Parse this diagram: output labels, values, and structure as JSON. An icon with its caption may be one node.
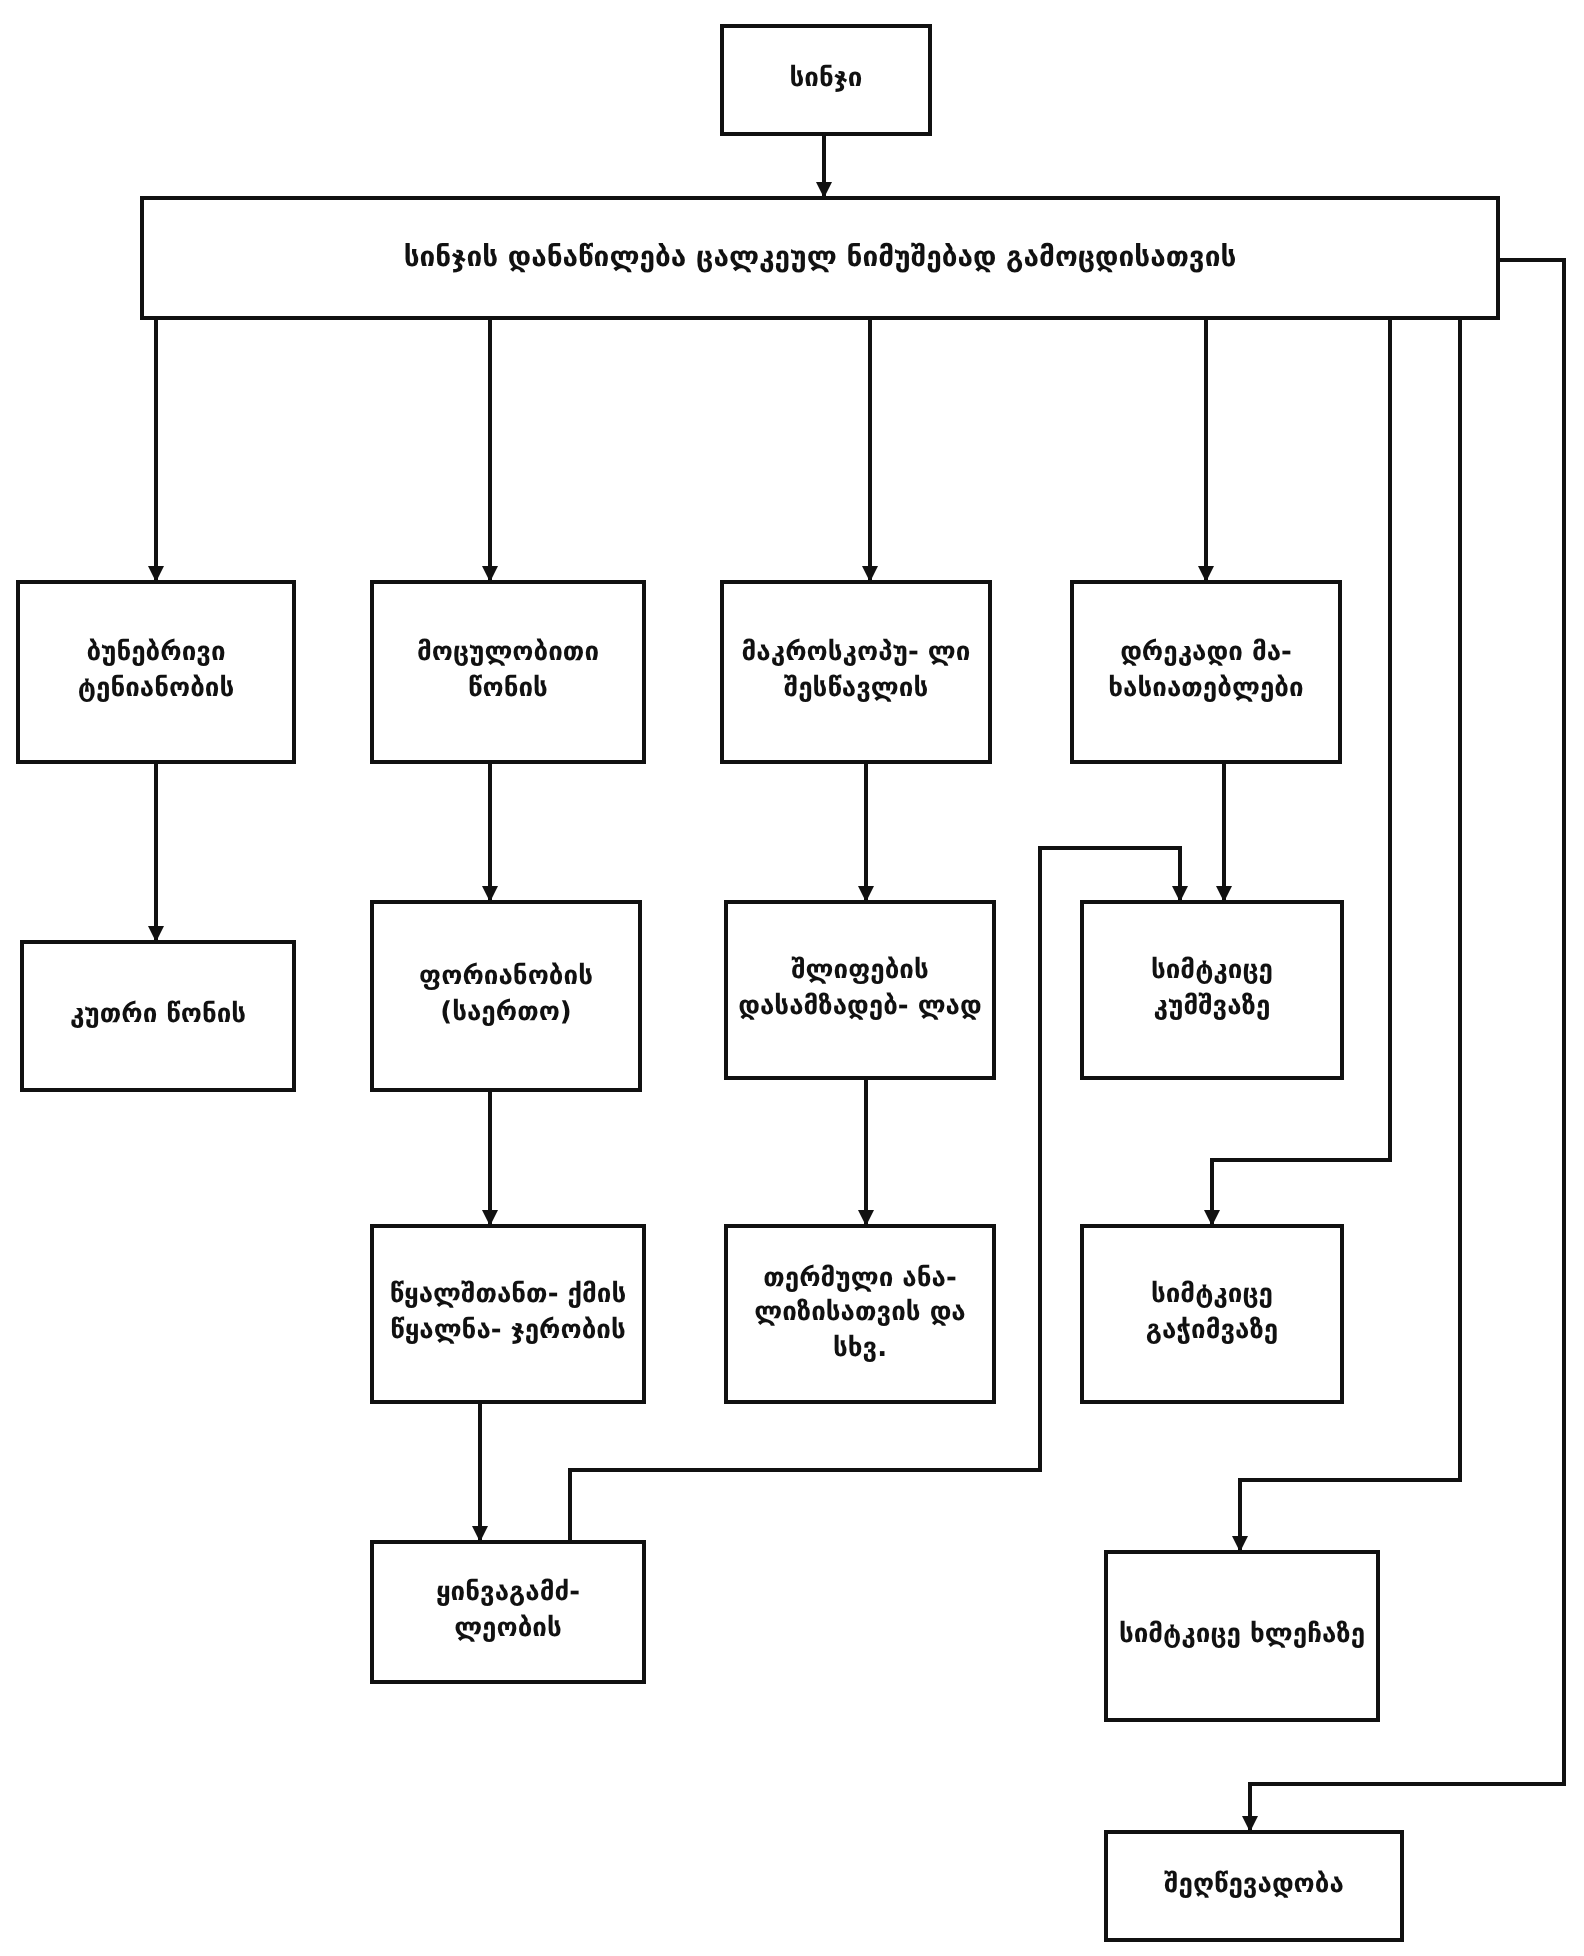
{
  "diagram": {
    "nodes": [
      {
        "text": [
          "სინჯი"
        ]
      },
      {
        "text": [
          "სინჯის დანაწილება ცალკეულ ნიმუშებად გამოცდისათვის"
        ]
      },
      {
        "text": [
          "ბუნებრივი ტენიანობის"
        ]
      },
      {
        "text": [
          "მოცულობითი წონის"
        ]
      },
      {
        "text": [
          "მაკროსკოპუ- ლი შესწავლის"
        ]
      },
      {
        "text": [
          "დრეკადი მა- ხასიათებლები"
        ]
      },
      {
        "text": [
          "კუთრი წონის"
        ]
      },
      {
        "text": [
          "ფორიანობის (საერთო)"
        ]
      },
      {
        "text": [
          "შლიფების დასამზადებ- ლად"
        ]
      },
      {
        "text": [
          "სიმტკიცე კუმშვაზე"
        ]
      },
      {
        "text": [
          "წყალშთანთ- ქმის წყალნა- ჯერობის"
        ]
      },
      {
        "text": [
          "თერმული ანა- ლიზისათვის და სხვ."
        ]
      },
      {
        "text": [
          "სიმტკიცე გაჭიმვაზე"
        ]
      },
      {
        "text": [
          "ყინვაგამძ- ლეობის"
        ]
      },
      {
        "text": [
          "სიმტკიცე ხლეჩაზე"
        ]
      },
      {
        "text": [
          "შეღწევადობა"
        ]
      }
    ],
    "edges": [
      {
        "from": 0,
        "to": 1,
        "arrow": "to"
      },
      {
        "from": 1,
        "to": 2,
        "arrow": "to"
      },
      {
        "from": 1,
        "to": 3,
        "arrow": "to"
      },
      {
        "from": 1,
        "to": 4,
        "arrow": "to"
      },
      {
        "from": 1,
        "to": 5,
        "arrow": "to"
      },
      {
        "from": 1,
        "to": 12,
        "arrow": "to"
      },
      {
        "from": 1,
        "to": 14,
        "arrow": "to"
      },
      {
        "from": 1,
        "to": 15,
        "arrow": "to"
      },
      {
        "from": 2,
        "to": 6,
        "arrow": "to"
      },
      {
        "from": 3,
        "to": 7,
        "arrow": "to"
      },
      {
        "from": 4,
        "to": 8,
        "arrow": "to"
      },
      {
        "from": 5,
        "to": 9,
        "arrow": "to"
      },
      {
        "from": 7,
        "to": 10,
        "arrow": "to"
      },
      {
        "from": 8,
        "to": 11,
        "arrow": "to"
      },
      {
        "from": 10,
        "to": 13,
        "arrow": "to"
      },
      {
        "from": 13,
        "to": 9,
        "arrow": "to"
      }
    ]
  }
}
